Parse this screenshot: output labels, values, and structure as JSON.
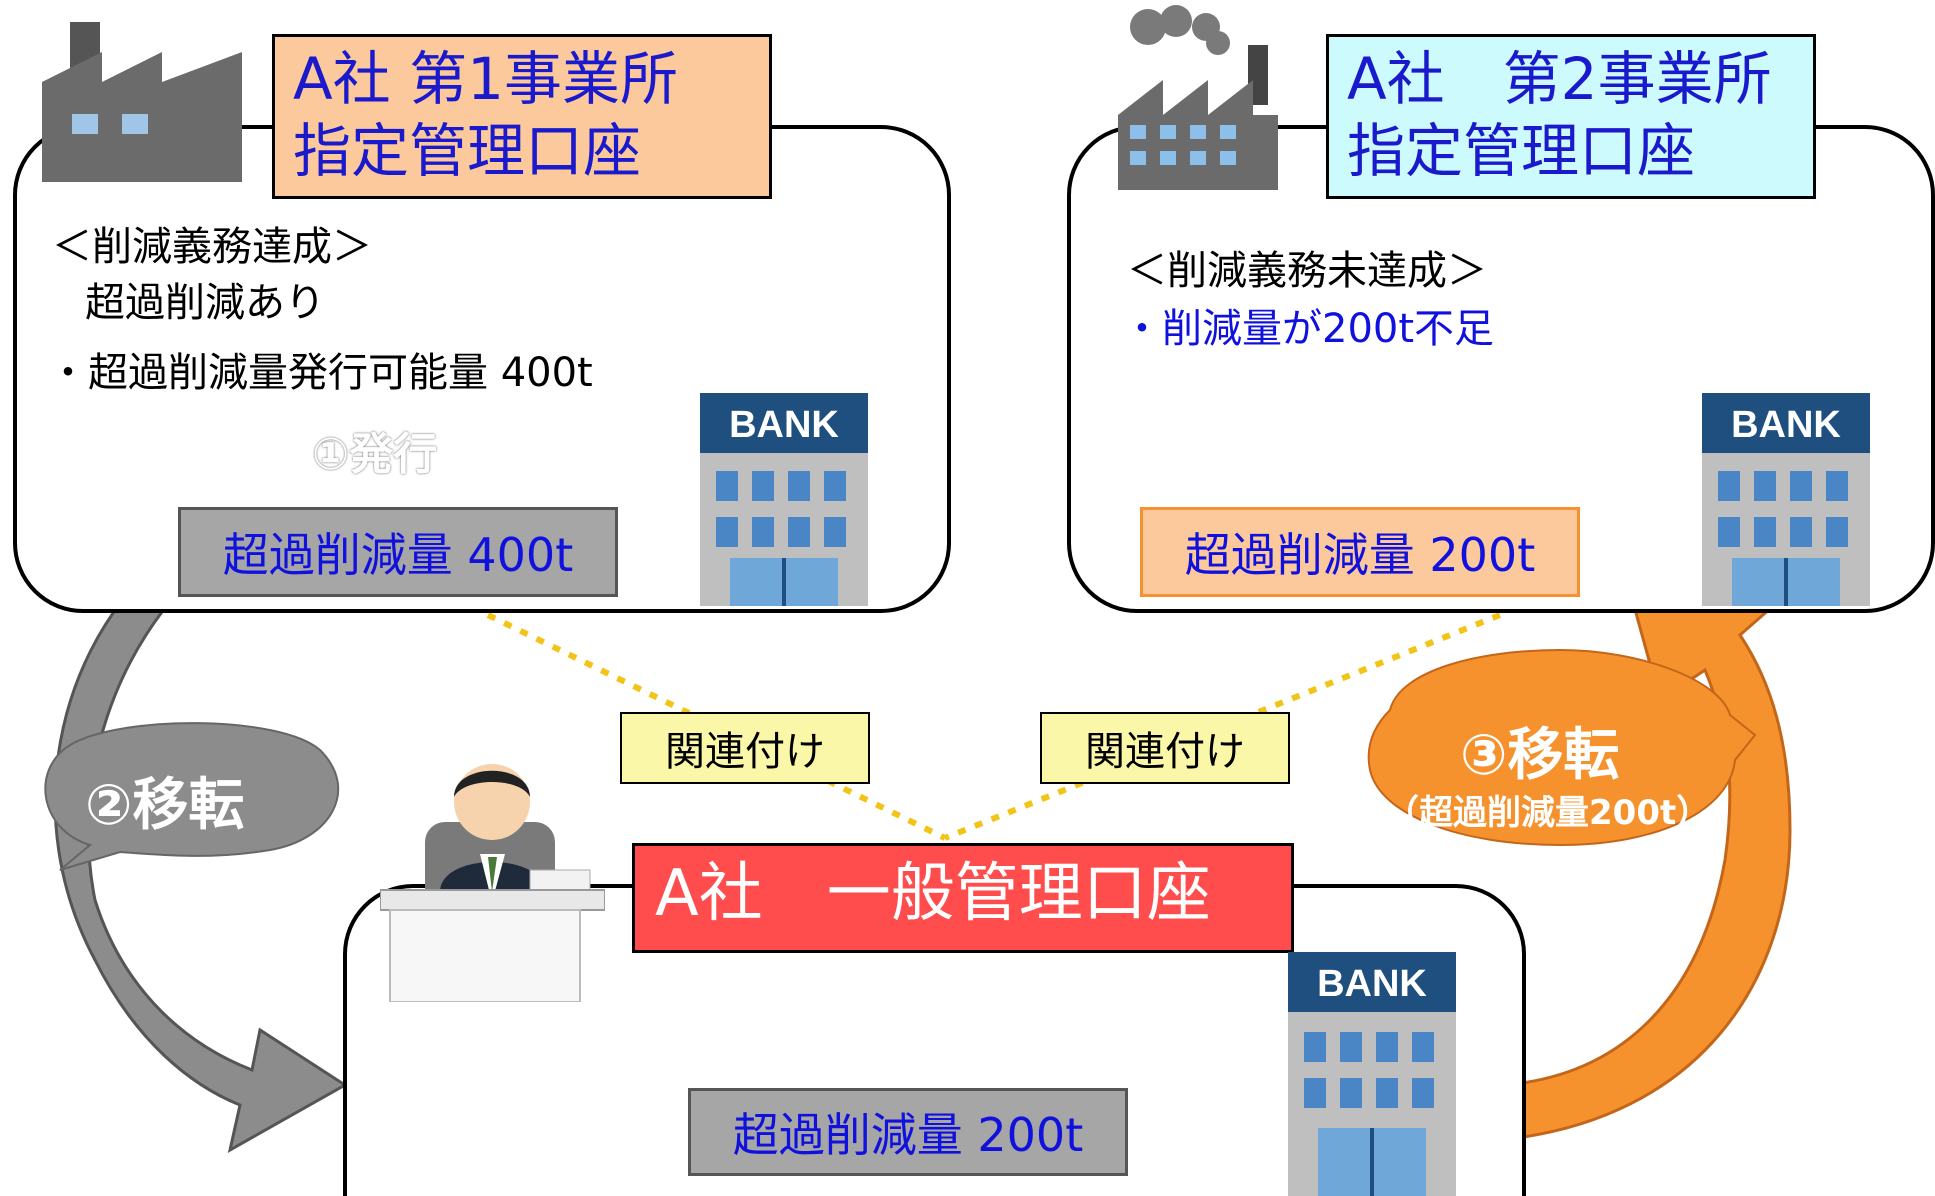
{
  "office1": {
    "title_line1": "A社 第1事業所",
    "title_line2": "指定管理口座",
    "status_heading": "＜削減義務達成＞",
    "status_sub": "超過削減あり",
    "bullet": "・超過削減量発行可能量 400t",
    "issue_label": "①発行",
    "amount": "超過削減量 400t",
    "bank_label": "BANK"
  },
  "office2": {
    "title_line1": "A社　第2事業所",
    "title_line2": "指定管理口座",
    "status_heading": "＜削減義務未達成＞",
    "bullet": "・削減量が200t不足",
    "amount": "超過削減量 200t",
    "bank_label": "BANK"
  },
  "general": {
    "title": "A社　一般管理口座",
    "amount": "超過削減量 200t",
    "bank_label": "BANK"
  },
  "links": {
    "left": "関連付け",
    "right": "関連付け"
  },
  "transfer2": {
    "label": "②移転"
  },
  "transfer3": {
    "label": "③移転",
    "sub": "（超過削減量200t）"
  },
  "colors": {
    "office1_title_bg": "#fbc99b",
    "office2_title_bg": "#ccfafd",
    "general_title_bg": "#ff4d4d",
    "tag_bg": "#fbf7a8",
    "gray_arrow": "#8c8c8c",
    "orange_arrow": "#f5922d",
    "dotted_link": "#f2c417"
  }
}
